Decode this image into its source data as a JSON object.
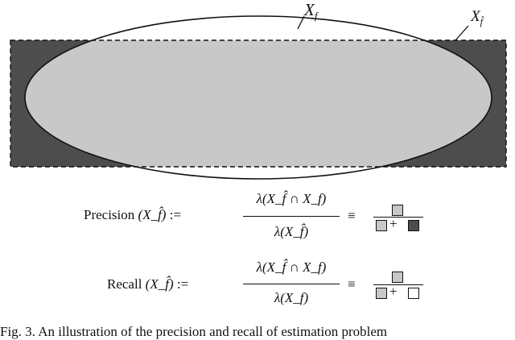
{
  "labels": {
    "xf": "X",
    "xf_sub": "f",
    "xfhat": "X",
    "xfhat_sub": "f̂"
  },
  "colors": {
    "intersection": "#c8c8c8",
    "false_positive": "#4d4d4d",
    "false_negative": "#ffffff"
  },
  "equations": {
    "precision": {
      "name": "Precision",
      "arg": "(X_f̂)",
      "assign": ":=",
      "numerator": "λ(X_f̂ ∩ X_f)",
      "denominator": "λ(X_f̂)",
      "equiv": "≡",
      "plus": "+"
    },
    "recall": {
      "name": "Recall",
      "arg": "(X_f̂)",
      "assign": ":=",
      "numerator": "λ(X_f̂ ∩ X_f)",
      "denominator": "λ(X_f)",
      "equiv": "≡",
      "plus": "+"
    }
  },
  "caption": "Fig. 3.  An illustration of the precision and recall of estimation problem"
}
